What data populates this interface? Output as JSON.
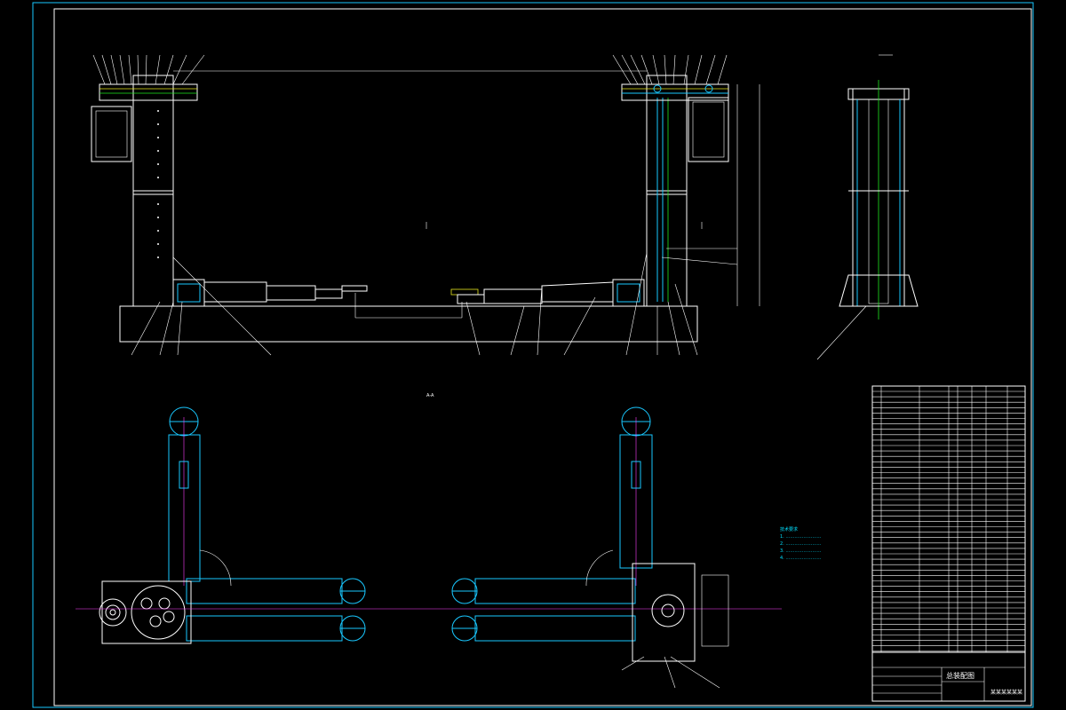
{
  "title_block": {
    "drawing_title": "总装配图",
    "organization": "某某某某某某"
  },
  "tech_requirements": {
    "heading": "技术要求",
    "lines": [
      "1. ……………………",
      "2. ……………………",
      "3. ……………………",
      "4. ……………………"
    ]
  },
  "views": {
    "top_view_label": "A-A"
  },
  "colors": {
    "background": "#000000",
    "outline": "#ffffff",
    "cyan": "#19c8ff",
    "yellow": "#e8e81e",
    "green": "#1ee81e",
    "magenta": "#ff40ff"
  }
}
